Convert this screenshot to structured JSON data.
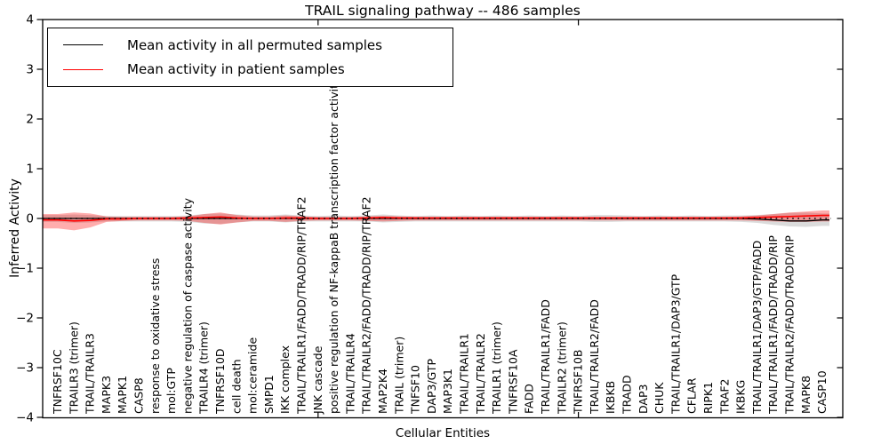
{
  "figure": {
    "title": "TRAIL signaling pathway -- 486 samples",
    "xlabel": "Cellular Entities",
    "ylabel": "Inferred Activity"
  },
  "legend": {
    "entries": [
      {
        "label": "Mean activity in all permuted samples",
        "color": "#000000"
      },
      {
        "label": "Mean activity in patient samples",
        "color": "#ff0000"
      }
    ],
    "position": "upper left"
  },
  "chart_data": {
    "type": "line",
    "title": "TRAIL signaling pathway -- 486 samples",
    "xlabel": "Cellular Entities",
    "ylabel": "Inferred Activity",
    "ylim": [
      -4,
      4
    ],
    "yticks": [
      4,
      3,
      2,
      1,
      0,
      -1,
      -2,
      -3,
      -4
    ],
    "yticklabels": [
      "4",
      "3",
      "2",
      "1",
      "0",
      "−1",
      "−2",
      "−3",
      "−4"
    ],
    "grid": false,
    "legend_position": "upper left",
    "x_label_rotation": 90,
    "categories": [
      "TNFRSF10C",
      "TRAILR3 (trimer)",
      "TRAIL/TRAILR3",
      "MAPK3",
      "MAPK1",
      "CASP8",
      "response to oxidative stress",
      "mol:GTP",
      "negative regulation of caspase activity",
      "TRAILR4 (trimer)",
      "TNFRSF10D",
      "cell death",
      "mol:ceramide",
      "SMPD1",
      "IKK complex",
      "TRAIL/TRAILR1/FADD/TRADD/RIP/TRAF2",
      "JNK cascade",
      "positive regulation of NF-kappaB transcription factor activity",
      "TRAIL/TRAILR4",
      "TRAIL/TRAILR2/FADD/TRADD/RIP/TRAF2",
      "MAP2K4",
      "TRAIL (trimer)",
      "TNFSF10",
      "DAP3/GTP",
      "MAP3K1",
      "TRAIL/TRAILR1",
      "TRAIL/TRAILR2",
      "TRAILR1 (trimer)",
      "TNFRSF10A",
      "FADD",
      "TRAIL/TRAILR1/FADD",
      "TRAILR2 (trimer)",
      "TNFRSF10B",
      "TRAIL/TRAILR2/FADD",
      "IKBKB",
      "TRADD",
      "DAP3",
      "CHUK",
      "TRAIL/TRAILR1/DAP3/GTP",
      "CFLAR",
      "RIPK1",
      "TRAF2",
      "IKBKG",
      "TRAIL/TRAILR1/DAP3/GTP/FADD",
      "TRAIL/TRAILR1/FADD/TRADD/RIP",
      "TRAIL/TRAILR2/FADD/TRADD/RIP",
      "MAPK8",
      "CASP10"
    ],
    "series": [
      {
        "name": "Mean activity in all permuted samples",
        "color": "#000000",
        "band_color": "rgba(0,0,0,0.14)",
        "values": [
          0,
          0,
          0,
          0,
          0,
          0,
          0,
          0,
          0,
          0,
          0,
          0,
          0,
          0,
          0,
          0,
          0,
          0,
          0,
          0,
          0,
          0,
          0,
          0,
          0,
          0,
          0,
          0,
          0,
          0,
          0,
          0,
          0,
          0,
          0,
          0,
          0,
          0,
          0,
          0,
          0,
          0,
          0,
          -0.01,
          -0.03,
          -0.05,
          -0.05,
          -0.03
        ],
        "band_upper": [
          0.07,
          0.08,
          0.07,
          0.05,
          0.05,
          0.05,
          0.05,
          0.05,
          0.06,
          0.09,
          0.1,
          0.08,
          0.06,
          0.06,
          0.08,
          0.06,
          0.05,
          0.06,
          0.05,
          0.06,
          0.08,
          0.06,
          0.05,
          0.06,
          0.05,
          0.06,
          0.05,
          0.06,
          0.05,
          0.06,
          0.05,
          0.06,
          0.05,
          0.07,
          0.07,
          0.06,
          0.05,
          0.06,
          0.05,
          0.06,
          0.05,
          0.06,
          0.06,
          0.07,
          0.09,
          0.11,
          0.12,
          0.1
        ],
        "band_lower": [
          -0.07,
          -0.09,
          -0.08,
          -0.06,
          -0.06,
          -0.06,
          -0.06,
          -0.06,
          -0.07,
          -0.1,
          -0.11,
          -0.08,
          -0.06,
          -0.06,
          -0.08,
          -0.06,
          -0.06,
          -0.06,
          -0.06,
          -0.06,
          -0.08,
          -0.07,
          -0.06,
          -0.06,
          -0.06,
          -0.06,
          -0.06,
          -0.06,
          -0.06,
          -0.06,
          -0.06,
          -0.06,
          -0.06,
          -0.07,
          -0.07,
          -0.06,
          -0.06,
          -0.06,
          -0.06,
          -0.06,
          -0.06,
          -0.06,
          -0.07,
          -0.09,
          -0.13,
          -0.16,
          -0.17,
          -0.15
        ]
      },
      {
        "name": "Mean activity in patient samples",
        "color": "#ff0000",
        "band_color": "rgba(255,0,0,0.32)",
        "values": [
          -0.03,
          -0.05,
          -0.04,
          -0.01,
          -0.01,
          0,
          0,
          0,
          0.01,
          0.02,
          0.03,
          0.01,
          0,
          0,
          0.01,
          0.01,
          0,
          0,
          0,
          0.01,
          0.02,
          0.01,
          0.01,
          0.01,
          0.01,
          0.01,
          0.01,
          0.01,
          0.01,
          0.01,
          0.01,
          0.01,
          0.01,
          0.01,
          0.01,
          0.01,
          0.01,
          0.01,
          0.01,
          0.01,
          0.01,
          0.01,
          0.01,
          0.02,
          0.03,
          0.04,
          0.05,
          0.06
        ],
        "band_upper": [
          0.09,
          0.12,
          0.1,
          0.04,
          0.03,
          0.03,
          0.03,
          0.03,
          0.04,
          0.09,
          0.12,
          0.07,
          0.04,
          0.04,
          0.06,
          0.04,
          0.03,
          0.03,
          0.03,
          0.04,
          0.05,
          0.04,
          0.03,
          0.03,
          0.03,
          0.03,
          0.03,
          0.03,
          0.03,
          0.03,
          0.03,
          0.03,
          0.03,
          0.03,
          0.03,
          0.03,
          0.03,
          0.03,
          0.03,
          0.03,
          0.03,
          0.03,
          0.04,
          0.06,
          0.09,
          0.12,
          0.14,
          0.16
        ],
        "band_lower": [
          -0.2,
          -0.24,
          -0.18,
          -0.07,
          -0.05,
          -0.04,
          -0.04,
          -0.04,
          -0.05,
          -0.09,
          -0.12,
          -0.08,
          -0.05,
          -0.05,
          -0.07,
          -0.05,
          -0.04,
          -0.04,
          -0.04,
          -0.05,
          -0.06,
          -0.05,
          -0.04,
          -0.04,
          -0.04,
          -0.04,
          -0.04,
          -0.04,
          -0.04,
          -0.04,
          -0.04,
          -0.04,
          -0.04,
          -0.04,
          -0.04,
          -0.04,
          -0.04,
          -0.04,
          -0.04,
          -0.04,
          -0.04,
          -0.04,
          -0.04,
          -0.05,
          -0.06,
          -0.07,
          -0.07,
          -0.06
        ]
      }
    ],
    "zero_reference_line": {
      "style": "dotted",
      "color": "#000000",
      "y": 0
    }
  }
}
